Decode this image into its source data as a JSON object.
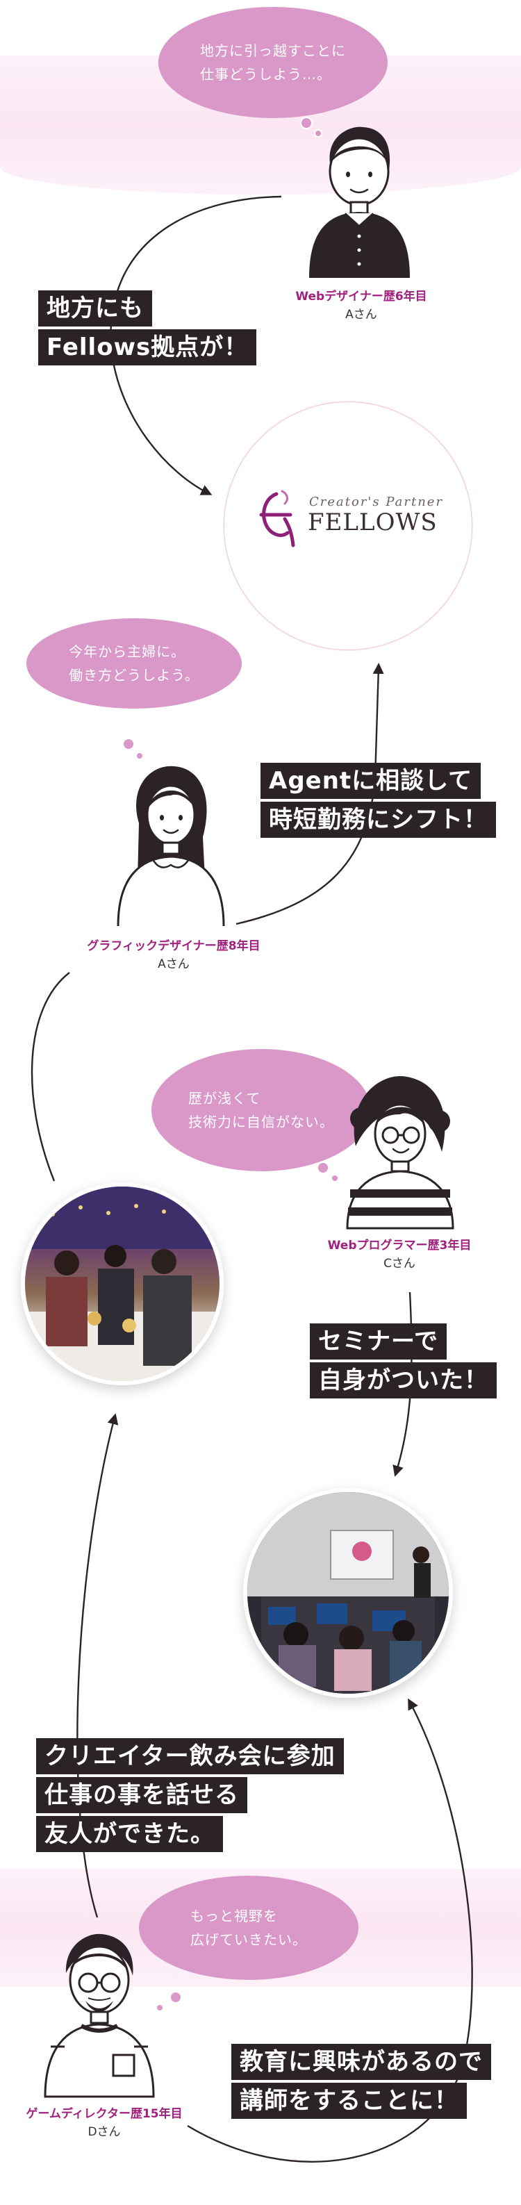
{
  "colors": {
    "bubble": "#d998c8",
    "label_bg": "#2b2327",
    "role_text": "#a0217e",
    "band": "#fbeaf4",
    "arrow": "#2b2327",
    "logo_accent": "#8e1f77"
  },
  "logo": {
    "tagline": "Creator's Partner",
    "name": "FELLOWS",
    "mark_icon": "fellows-mark-icon"
  },
  "story1": {
    "bubble": "地方に引っ越すことに\n仕事どうしよう…。",
    "role": "Webデザイナー歴6年目",
    "name": "Aさん",
    "label_lines": [
      "地方にも",
      "Fellows拠点が！"
    ]
  },
  "story2": {
    "bubble": "今年から主婦に。\n働き方どうしよう。",
    "role": "グラフィックデザイナー歴8年目",
    "name": "Aさん",
    "label_lines": [
      "Agentに相談して",
      "時短勤務にシフト！"
    ]
  },
  "story3": {
    "bubble": "歴が浅くて\n技術力に自信がない。",
    "role": "Webプログラマー歴3年目",
    "name": "Cさん",
    "label_lines": [
      "セミナーで",
      "自身がついた！"
    ]
  },
  "story4": {
    "label_lines": [
      "クリエイター飲み会に参加",
      "仕事の事を話せる",
      "友人ができた。"
    ]
  },
  "story5": {
    "bubble": "もっと視野を\n広げていきたい。",
    "role": "ゲームディレクター歴15年目",
    "name": "Dさん",
    "label_lines": [
      "教育に興味があるので",
      "講師をすることに！"
    ]
  }
}
